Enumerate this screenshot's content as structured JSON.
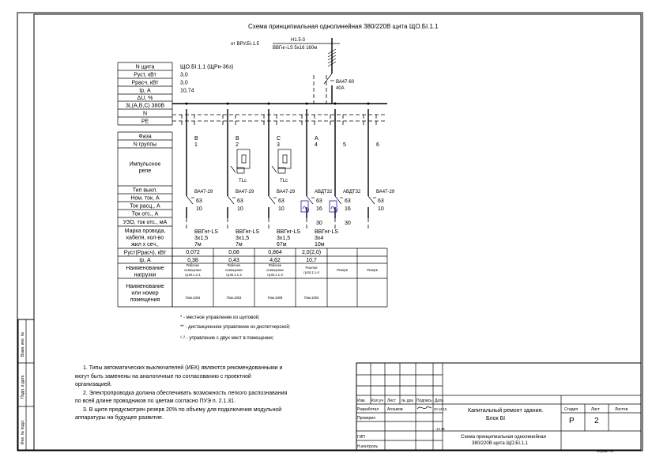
{
  "title": "Схема принципиальная однолинейная  380/220В щита ЩО.БІ.1.1",
  "supply": {
    "from": "от ВРУ.БІ.1.5",
    "line": "Н1.5-3",
    "cable": "ВВГнг-LS 5х16 160м",
    "breaker": "ВА47-60",
    "current": "40А"
  },
  "panel_rows": [
    {
      "label": "N щита",
      "value": "ЩО.БІ.1.1   (ЩРн-36з)"
    },
    {
      "label": "Руст, кВт",
      "value": "3,0"
    },
    {
      "label": "Ррасч, кВт",
      "value": "3,0"
    },
    {
      "label": "Iр, А",
      "value": "10,74"
    },
    {
      "label": "ΔU, %",
      "value": ""
    },
    {
      "label": "3L(A,B,C) 380В",
      "value": ""
    },
    {
      "label": "N",
      "value": ""
    },
    {
      "label": "PE",
      "value": ""
    }
  ],
  "group_rows": [
    "Фаза",
    "N группы",
    "Импульсное реле",
    "Тип выкл.",
    "Ном. ток, А",
    "Ток расц., А",
    "Ток отс., А",
    "УЗО, ток отс., мА",
    "Марка провода, кабеля, кол-во жил х сеч.,",
    "Руст(Ррасч), кВт",
    "Iр, А",
    "Наименование нагрузки",
    "Наименование или номер помещения"
  ],
  "impulse_relay_label": "TLc",
  "groups": [
    {
      "phase": "B",
      "num": "1",
      "breaker": "ВА47-29",
      "nom": "63",
      "trip": "10",
      "rcd": "",
      "cable": [
        "ВВГнг-LS",
        "3х1,5",
        "7м"
      ],
      "p": "0,072",
      "i": "0,38",
      "load": [
        "Рабочее",
        "освещение",
        "гр.БІ.1.1-1"
      ],
      "room": "Пом.1004",
      "relay": false
    },
    {
      "phase": "B",
      "num": "2",
      "breaker": "ВА47-29",
      "nom": "63",
      "trip": "10",
      "rcd": "",
      "cable": [
        "ВВГнг-LS",
        "3х1,5",
        "7м"
      ],
      "p": "0,08",
      "i": "0,43",
      "load": [
        "Рабочее",
        "освещение",
        "гр.БІ.1.1-2"
      ],
      "room": "Пом.1003",
      "relay": true
    },
    {
      "phase": "C",
      "num": "3",
      "breaker": "ВА47-29",
      "nom": "63",
      "trip": "10",
      "rcd": "",
      "cable": [
        "ВВГнг-LS",
        "3х1,5",
        "67м"
      ],
      "p": "0,864",
      "i": "4,62",
      "load": [
        "Рабочее",
        "освещение",
        "гр.БІ.1.1-3"
      ],
      "room": "Пом.1009",
      "relay": true
    },
    {
      "phase": "A",
      "num": "4",
      "breaker": "АВДТ32",
      "nom": "63",
      "trip": "16",
      "rcd": "30",
      "cable": [
        "ВВГнг-LS",
        "3х4",
        "10м"
      ],
      "p": "2,0(2,0)",
      "i": "10,7",
      "load": [
        "Розетки",
        "гр.БІ.1.1-4"
      ],
      "room": "Пом.1003",
      "relay": false
    },
    {
      "phase": "",
      "num": "5",
      "breaker": "АВДТ32",
      "nom": "63",
      "trip": "16",
      "rcd": "30",
      "cable": [],
      "p": "",
      "i": "",
      "load": [
        "Резерв"
      ],
      "room": "",
      "relay": false
    },
    {
      "phase": "",
      "num": "6",
      "breaker": "ВА47-29",
      "nom": "63",
      "trip": "10",
      "rcd": "",
      "cable": [],
      "p": "",
      "i": "",
      "load": [
        "Резерв"
      ],
      "room": "",
      "relay": false
    }
  ],
  "footnotes": [
    "* - местное управление из щитовой;",
    "** - дистанционное управление из диспетчерской;",
    "¹˒² - управление с двух мест в помещении;"
  ],
  "notes": [
    "1. Типы автоматических выключателей (ИЕК) являются рекомендованными и",
    "могут быть заменены на аналогичные по согласованию с проектной",
    "организацией.",
    "2. Электропроводка должна обеспечивать возможность легкого распознавания",
    "по всей длине проводников по цветам согласно ПУЭ п. 2.1.31.",
    "3. В щите предусмотрен резерв 20% по объему для подключения модульной",
    "аппаратуры на будущее развитие."
  ],
  "side_stamps": [
    "Взам. инв. №",
    "Подп. и дата",
    "Инв. № подл."
  ],
  "stamp": {
    "headers": [
      "Изм.",
      "Кол.уч",
      "Лист",
      "№ док.",
      "Подпись",
      "Дата"
    ],
    "roles": [
      "Разработал",
      "Проверил",
      "",
      "ГИП",
      "Н.контроль"
    ],
    "developer": "Агошков",
    "date1": "20.12.15",
    "date2": ".12.15",
    "project": [
      "Капитальный ремонт здания.",
      "Блок БІ"
    ],
    "stage_h": "Стадия",
    "sheet_h": "Лист",
    "sheets_h": "Листов",
    "stage": "Р",
    "sheet": "2",
    "drawing": [
      "Схема принципиальная однолинейная",
      "380/220В щита ЩО.БІ.1.1"
    ],
    "format": "Формат А4"
  }
}
